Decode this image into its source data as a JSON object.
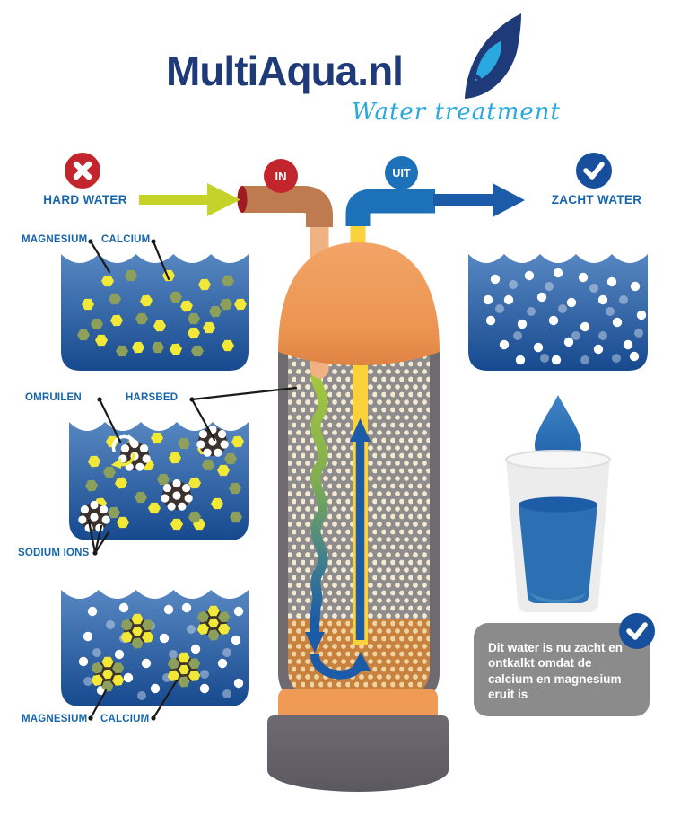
{
  "brand": {
    "name": "MultiAqua.nl",
    "tagline": "Water treatment"
  },
  "flow": {
    "hard_water_label": "HARD WATER",
    "inlet_label": "IN",
    "outlet_label": "UIT",
    "soft_water_label": "ZACHT WATER"
  },
  "annotations": {
    "magnesium_top": "MAGNESIUM",
    "calcium_top": "CALCIUM",
    "omruilen": "OMRUILEN",
    "harsbed": "HARSBED",
    "sodium_ions": "SODIUM IONS",
    "magnesium_bottom": "MAGNESIUM",
    "calcium_bottom": "CALCIUM"
  },
  "callout": {
    "text": "Dit water is nu zacht en ontkalkt omdat de calcium en magnesium eruit is"
  },
  "icons": {
    "hard_water": "x-circle-icon",
    "soft_water": "check-circle-icon",
    "callout": "check-circle-icon",
    "logo": "water-swoosh-icon",
    "glass": "water-drop-icon"
  },
  "colors": {
    "brand_navy": "#1e3a78",
    "brand_lightblue": "#2aa9e0",
    "label_blue": "#1565ad",
    "hard_red": "#c2252b",
    "lime": "#c5d22a",
    "flow_blue": "#1c5ba8",
    "outlet_blue": "#1d71b8",
    "check_navy": "#174f9c",
    "tank_orange": "#ef9a55",
    "pipe_brown": "#bf7b50",
    "pipe_tan": "#f0b183",
    "pipe_cap_red": "#9e1c21",
    "tube_yellow": "#fbd23c",
    "mesh_gray": "#8f8c8d",
    "mesh_dot": "#f3ead0",
    "resin_orange": "#c8823e",
    "resin_dot": "#f0d5a4",
    "water_top": "#5787c1",
    "water_bottom": "#17498f",
    "calcium_yellow": "#f2e838",
    "magnesium_olive": "#8ca05c",
    "bead_dark": "#3b312d",
    "callout_gray": "#8b8b8b",
    "base_gray": "#67636b"
  }
}
